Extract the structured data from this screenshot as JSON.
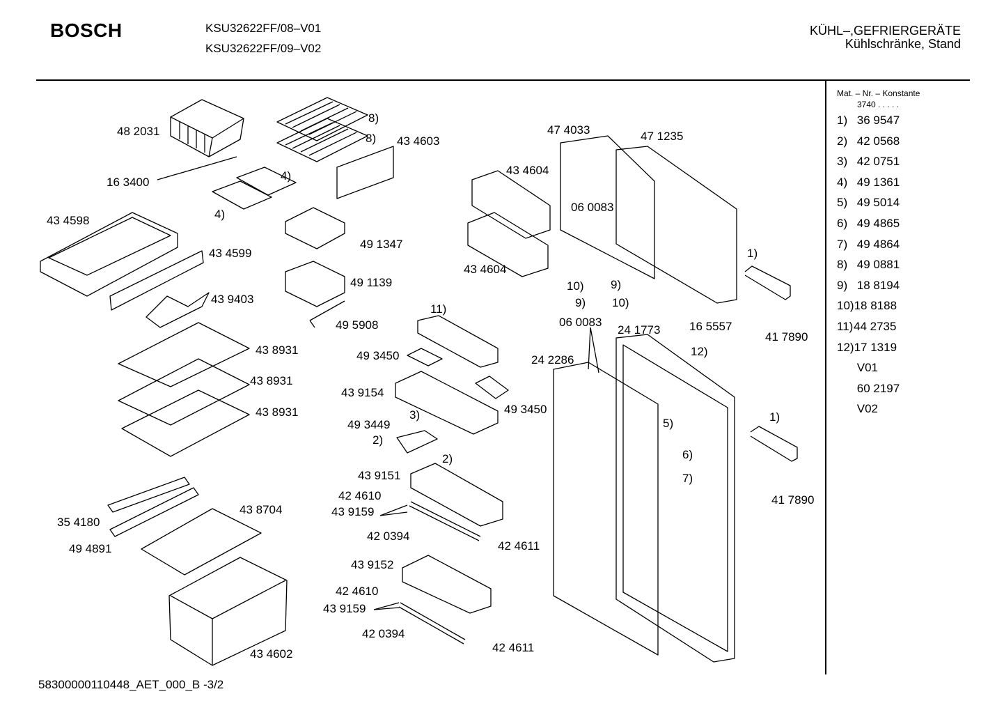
{
  "header": {
    "brand": "BOSCH",
    "models": [
      "KSU32622FF/08–V01",
      "KSU32622FF/09–V02"
    ],
    "category": [
      "KÜHL–,GEFRIERGERÄTE",
      "Kühlschränke, Stand"
    ]
  },
  "footer": {
    "doc_id": "58300000110448_AET_000_B  -3/2"
  },
  "sidebar": {
    "heading": "Mat. – Nr. – Konstante",
    "constant": "3740  .   .    .   .   .",
    "items": [
      {
        "num": "1)",
        "code": "36 9547"
      },
      {
        "num": "2)",
        "code": "42 0568"
      },
      {
        "num": "3)",
        "code": "42 0751"
      },
      {
        "num": "4)",
        "code": "49 1361"
      },
      {
        "num": "5)",
        "code": "49 5014"
      },
      {
        "num": "6)",
        "code": "49 4865"
      },
      {
        "num": "7)",
        "code": "49 4864"
      },
      {
        "num": "8)",
        "code": "49 0881"
      },
      {
        "num": "9)",
        "code": "18 8194"
      },
      {
        "num": "10)",
        "code": "18 8188"
      },
      {
        "num": "11)",
        "code": "44 2735"
      },
      {
        "num": "12)",
        "code": "17 1319"
      },
      {
        "num": "",
        "code": "V01"
      },
      {
        "num": "",
        "code": "60 2197"
      },
      {
        "num": "",
        "code": "V02"
      }
    ]
  },
  "callouts": {
    "c482031": "48 2031",
    "c163400": "16 3400",
    "c434598": "43 4598",
    "c434599": "43 4599",
    "c439403": "43 9403",
    "c8a": "8)",
    "c8b": "8)",
    "c434603": "43 4603",
    "c4a": "4)",
    "c4b": "4)",
    "c491347": "49 1347",
    "c491139": "49 1139",
    "c495908": "49 5908",
    "c438931a": "43 8931",
    "c438931b": "43 8931",
    "c438931c": "43 8931",
    "c11": "11)",
    "c493450a": "49 3450",
    "c439154": "43 9154",
    "c493450b": "49 3450",
    "c493449": "49 3449",
    "c3": "3)",
    "c2a": "2)",
    "c2b": "2)",
    "c439151": "43 9151",
    "c424610a": "42 4610",
    "c439159a": "43 9159",
    "c420394a": "42 0394",
    "c424611a": "42 4611",
    "c439152": "43 9152",
    "c424610b": "42 4610",
    "c439159b": "43 9159",
    "c420394b": "42 0394",
    "c424611b": "42 4611",
    "c354180": "35 4180",
    "c438704": "43 8704",
    "c494891": "49 4891",
    "c434602": "43 4602",
    "c434604a": "43 4604",
    "c434604b": "43 4604",
    "c474033": "47 4033",
    "c471235": "47 1235",
    "c060083a": "06 0083",
    "c10a": "10)",
    "c9a": "9)",
    "c9b": "9)",
    "c10b": "10)",
    "c060083b": "06 0083",
    "c241773": "24 1773",
    "c165557": "16 5557",
    "c12": "12)",
    "c242286": "24 2286",
    "c5": "5)",
    "c6": "6)",
    "c7": "7)",
    "c1a": "1)",
    "c417890a": "41 7890",
    "c1b": "1)",
    "c417890b": "41 7890"
  }
}
